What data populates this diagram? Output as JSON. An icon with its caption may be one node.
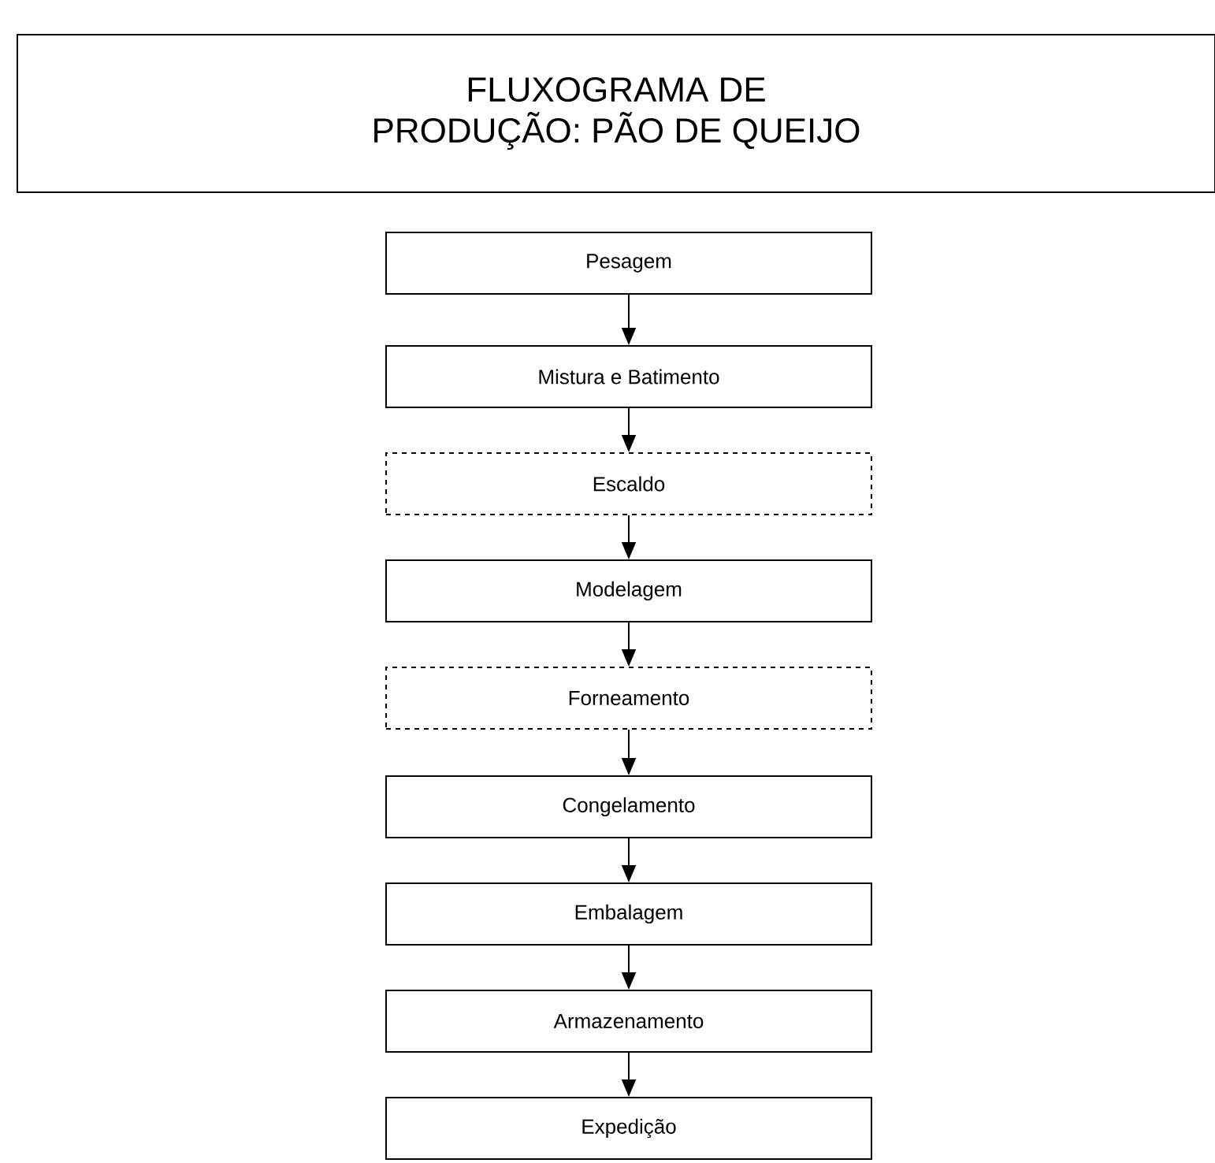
{
  "diagram": {
    "title": "FLUXOGRAMA DE PRODUÇÃO: PÃO DE QUEIJO",
    "nodes": [
      {
        "text": [
          "Pesagem"
        ]
      },
      {
        "text": [
          "Mistura e Batimento"
        ]
      },
      {
        "text": [
          "Escaldo"
        ]
      },
      {
        "text": [
          "Modelagem"
        ]
      },
      {
        "text": [
          "Forneamento"
        ]
      },
      {
        "text": [
          "Congelamento"
        ]
      },
      {
        "text": [
          "Embalagem"
        ]
      },
      {
        "text": [
          "Armazenamento"
        ]
      },
      {
        "text": [
          "Expedição"
        ]
      }
    ],
    "edges": [
      {
        "from": 0,
        "to": 1,
        "arrow": "to"
      },
      {
        "from": 1,
        "to": 2,
        "arrow": "to"
      },
      {
        "from": 2,
        "to": 3,
        "arrow": "to"
      },
      {
        "from": 3,
        "to": 4,
        "arrow": "to"
      },
      {
        "from": 4,
        "to": 5,
        "arrow": "to"
      },
      {
        "from": 5,
        "to": 6,
        "arrow": "to"
      },
      {
        "from": 6,
        "to": 7,
        "arrow": "to"
      },
      {
        "from": 7,
        "to": 8,
        "arrow": "to"
      }
    ]
  }
}
